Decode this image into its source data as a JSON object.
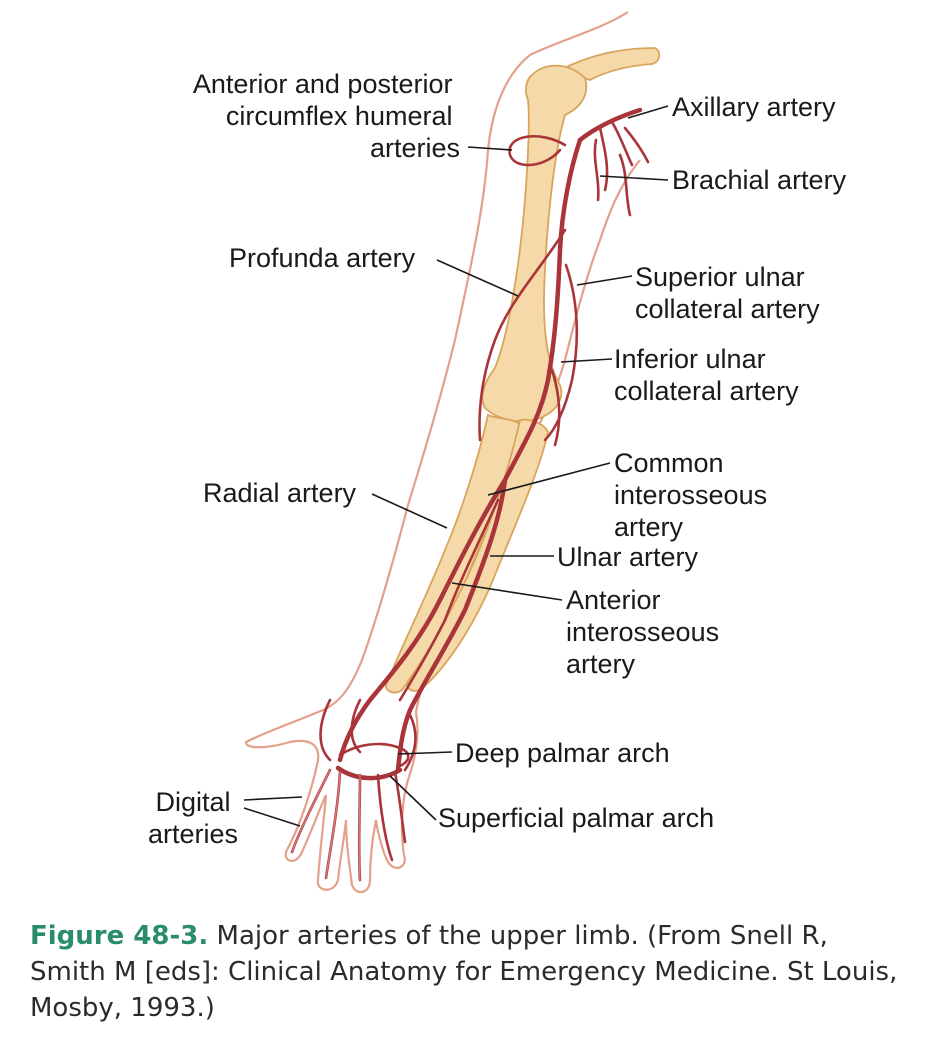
{
  "labels": {
    "circumflex": [
      "Anterior and posterior",
      "circumflex humeral",
      "arteries"
    ],
    "axillary": "Axillary artery",
    "brachial": "Brachial artery",
    "profunda": "Profunda artery",
    "superior_ulnar": [
      "Superior ulnar",
      "collateral artery"
    ],
    "inferior_ulnar": [
      "Inferior ulnar",
      "collateral artery"
    ],
    "common_interosseous": [
      "Common",
      "interosseous",
      "artery"
    ],
    "radial": "Radial artery",
    "ulnar": "Ulnar artery",
    "anterior_interosseous": [
      "Anterior",
      "interosseous",
      "artery"
    ],
    "deep_palmar": "Deep palmar arch",
    "superficial_palmar": "Superficial palmar arch",
    "digital": [
      "Digital",
      "arteries"
    ]
  },
  "caption": {
    "figure_number": "Figure 48-3.",
    "text": " Major arteries of the upper limb. (From Snell R, Smith M [eds]: Clinical Anatomy for Emergency Medicine. St Louis, Mosby, 1993.)"
  },
  "colors": {
    "artery": "#a9353a",
    "bone": "#f6d9a9",
    "skin_outline": "#e3a08a",
    "figure_number": "#2a8c6e"
  }
}
